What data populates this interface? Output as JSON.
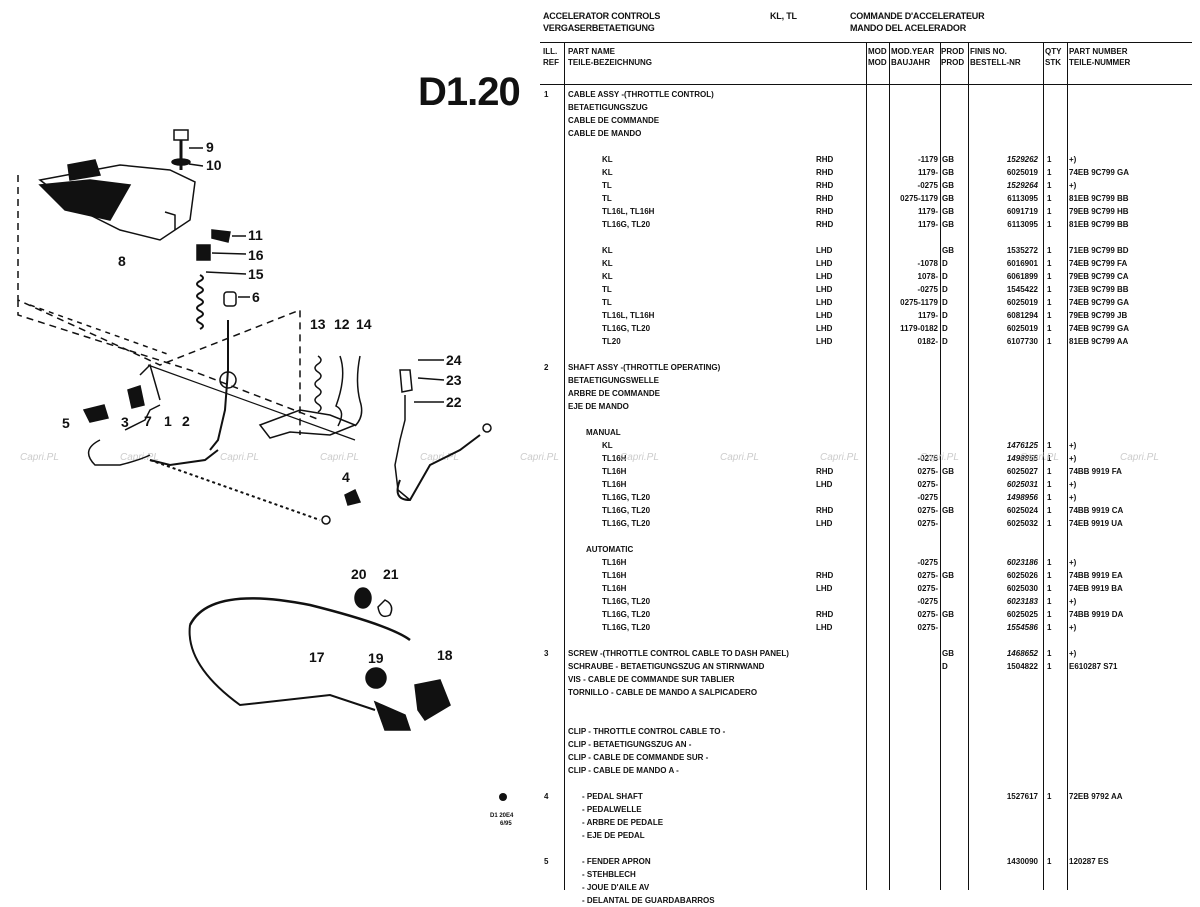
{
  "header": {
    "title_en": "ACCELERATOR CONTROLS",
    "title_de": "VERGASERBETAETIGUNG",
    "models": "KL, TL",
    "title_fr": "COMMANDE D'ACCELERATEUR",
    "title_es": "MANDO DEL ACELERADOR"
  },
  "page_code": "D1.20",
  "columns": {
    "ill": "ILL.",
    "ref": "REF",
    "part_name_en": "PART NAME",
    "part_name_de": "TEILE-BEZEICHNUNG",
    "mod": "MOD",
    "mod2": "MOD",
    "mod_year": "MOD.YEAR",
    "baujahr": "BAUJAHR",
    "prod": "PROD",
    "prod2": "PROD",
    "finis": "FINIS NO.",
    "bestell": "BESTELL-NR",
    "qty": "QTY",
    "stk": "STK",
    "part_number": "PART NUMBER",
    "teile_nummer": "TEILE-NUMMER"
  },
  "rows": [
    {
      "ref": "1",
      "name": "CABLE ASSY -(THROTTLE CONTROL)"
    },
    {
      "name": "BETAETIGUNGSZUG"
    },
    {
      "name": "CABLE DE COMMANDE"
    },
    {
      "name": "CABLE DE MANDO"
    },
    {
      "blank": true
    },
    {
      "model": "KL",
      "side": "RHD",
      "year": "-1179",
      "prod": "GB",
      "finis": "1529262",
      "it": true,
      "qty": "1",
      "pn": "+)"
    },
    {
      "model": "KL",
      "side": "RHD",
      "year": "1179-",
      "prod": "GB",
      "finis": "6025019",
      "qty": "1",
      "pn": "74EB 9C799 GA"
    },
    {
      "model": "TL",
      "side": "RHD",
      "year": "-0275",
      "prod": "GB",
      "finis": "1529264",
      "it": true,
      "qty": "1",
      "pn": "+)"
    },
    {
      "model": "TL",
      "side": "RHD",
      "year": "0275-1179",
      "prod": "GB",
      "finis": "6113095",
      "qty": "1",
      "pn": "81EB 9C799 BB"
    },
    {
      "model": "TL16L, TL16H",
      "side": "RHD",
      "year": "1179-",
      "prod": "GB",
      "finis": "6091719",
      "qty": "1",
      "pn": "79EB 9C799 HB"
    },
    {
      "model": "TL16G, TL20",
      "side": "RHD",
      "year": "1179-",
      "prod": "GB",
      "finis": "6113095",
      "qty": "1",
      "pn": "81EB 9C799 BB"
    },
    {
      "blank": true
    },
    {
      "model": "KL",
      "side": "LHD",
      "year": "",
      "prod": "GB",
      "finis": "1535272",
      "qty": "1",
      "pn": "71EB 9C799 BD"
    },
    {
      "model": "KL",
      "side": "LHD",
      "year": "-1078",
      "prod": "D",
      "finis": "6016901",
      "qty": "1",
      "pn": "74EB 9C799 FA"
    },
    {
      "model": "KL",
      "side": "LHD",
      "year": "1078-",
      "prod": "D",
      "finis": "6061899",
      "qty": "1",
      "pn": "79EB 9C799 CA"
    },
    {
      "model": "TL",
      "side": "LHD",
      "year": "-0275",
      "prod": "D",
      "finis": "1545422",
      "qty": "1",
      "pn": "73EB 9C799 BB"
    },
    {
      "model": "TL",
      "side": "LHD",
      "year": "0275-1179",
      "prod": "D",
      "finis": "6025019",
      "qty": "1",
      "pn": "74EB 9C799 GA"
    },
    {
      "model": "TL16L, TL16H",
      "side": "LHD",
      "year": "1179-",
      "prod": "D",
      "finis": "6081294",
      "qty": "1",
      "pn": "79EB 9C799 JB"
    },
    {
      "model": "TL16G, TL20",
      "side": "LHD",
      "year": "1179-0182",
      "prod": "D",
      "finis": "6025019",
      "qty": "1",
      "pn": "74EB 9C799 GA"
    },
    {
      "model": "TL20",
      "side": "LHD",
      "year": "0182-",
      "prod": "D",
      "finis": "6107730",
      "qty": "1",
      "pn": "81EB 9C799 AA"
    },
    {
      "blank": true
    },
    {
      "ref": "2",
      "name": "SHAFT ASSY -(THROTTLE OPERATING)"
    },
    {
      "name": "BETAETIGUNGSWELLE"
    },
    {
      "name": "ARBRE DE COMMANDE"
    },
    {
      "name": "EJE DE MANDO"
    },
    {
      "blank": true
    },
    {
      "sub": "MANUAL"
    },
    {
      "model": "KL",
      "finis": "1476125",
      "it": true,
      "qty": "1",
      "pn": "+)"
    },
    {
      "model": "TL16H",
      "year": "-0275",
      "finis": "1498955",
      "it": true,
      "qty": "1",
      "pn": "+)"
    },
    {
      "model": "TL16H",
      "side": "RHD",
      "year": "0275-",
      "prod": "GB",
      "finis": "6025027",
      "qty": "1",
      "pn": "74BB 9919 FA"
    },
    {
      "model": "TL16H",
      "side": "LHD",
      "year": "0275-",
      "finis": "6025031",
      "it": true,
      "qty": "1",
      "pn": "+)"
    },
    {
      "model": "TL16G, TL20",
      "year": "-0275",
      "finis": "1498956",
      "it": true,
      "qty": "1",
      "pn": "+)"
    },
    {
      "model": "TL16G, TL20",
      "side": "RHD",
      "year": "0275-",
      "prod": "GB",
      "finis": "6025024",
      "qty": "1",
      "pn": "74BB 9919 CA"
    },
    {
      "model": "TL16G, TL20",
      "side": "LHD",
      "year": "0275-",
      "finis": "6025032",
      "qty": "1",
      "pn": "74EB 9919 UA"
    },
    {
      "blank": true
    },
    {
      "sub": "AUTOMATIC"
    },
    {
      "model": "TL16H",
      "year": "-0275",
      "finis": "6023186",
      "it": true,
      "qty": "1",
      "pn": "+)"
    },
    {
      "model": "TL16H",
      "side": "RHD",
      "year": "0275-",
      "prod": "GB",
      "finis": "6025026",
      "qty": "1",
      "pn": "74BB 9919 EA"
    },
    {
      "model": "TL16H",
      "side": "LHD",
      "year": "0275-",
      "finis": "6025030",
      "qty": "1",
      "pn": "74EB 9919 BA"
    },
    {
      "model": "TL16G, TL20",
      "year": "-0275",
      "finis": "6023183",
      "it": true,
      "qty": "1",
      "pn": "+)"
    },
    {
      "model": "TL16G, TL20",
      "side": "RHD",
      "year": "0275-",
      "prod": "GB",
      "finis": "6025025",
      "qty": "1",
      "pn": "74BB 9919 DA"
    },
    {
      "model": "TL16G, TL20",
      "side": "LHD",
      "year": "0275-",
      "finis": "1554586",
      "it": true,
      "qty": "1",
      "pn": "+)"
    },
    {
      "blank": true
    },
    {
      "ref": "3",
      "name": "SCREW -(THROTTLE CONTROL CABLE TO DASH PANEL)",
      "prod": "GB",
      "finis": "1468652",
      "it": true,
      "qty": "1",
      "pn": "+)"
    },
    {
      "name": "SCHRAUBE - BETAETIGUNGSZUG AN STIRNWAND",
      "prod": "D",
      "finis": "1504822",
      "qty": "1",
      "pn": "E610287 S71"
    },
    {
      "name": "VIS - CABLE DE COMMANDE SUR TABLIER"
    },
    {
      "name": "TORNILLO - CABLE DE MANDO A SALPICADERO"
    },
    {
      "blank": true
    },
    {
      "blank": true
    },
    {
      "name": "CLIP - THROTTLE CONTROL CABLE TO -"
    },
    {
      "name": "CLIP - BETAETIGUNGSZUG AN -"
    },
    {
      "name": "CLIP - CABLE DE COMMANDE SUR -"
    },
    {
      "name": "CLIP - CABLE DE MANDO A -"
    },
    {
      "blank": true
    },
    {
      "ref": "4",
      "name": "- PEDAL SHAFT",
      "indent": true,
      "finis": "1527617",
      "qty": "1",
      "pn": "72EB 9792 AA"
    },
    {
      "name": "- PEDALWELLE",
      "indent": true
    },
    {
      "name": "- ARBRE DE PEDALE",
      "indent": true
    },
    {
      "name": "- EJE DE PEDAL",
      "indent": true
    },
    {
      "blank": true
    },
    {
      "ref": "5",
      "name": "- FENDER APRON",
      "indent": true,
      "finis": "1430090",
      "qty": "1",
      "pn": "120287 ES"
    },
    {
      "name": "- STEHBLECH",
      "indent": true
    },
    {
      "name": "- JOUE D'AILE AV",
      "indent": true
    },
    {
      "name": "- DELANTAL DE GUARDABARROS",
      "indent": true
    }
  ],
  "diagram": {
    "callouts": [
      "9",
      "10",
      "8",
      "11",
      "16",
      "15",
      "6",
      "13",
      "12",
      "14",
      "24",
      "23",
      "22",
      "5",
      "3",
      "7",
      "1",
      "2",
      "4",
      "20",
      "21",
      "17",
      "19",
      "18"
    ],
    "footer_code": "D1 20E4",
    "footer_sub": "6/95"
  },
  "watermark": "Capri.PL"
}
